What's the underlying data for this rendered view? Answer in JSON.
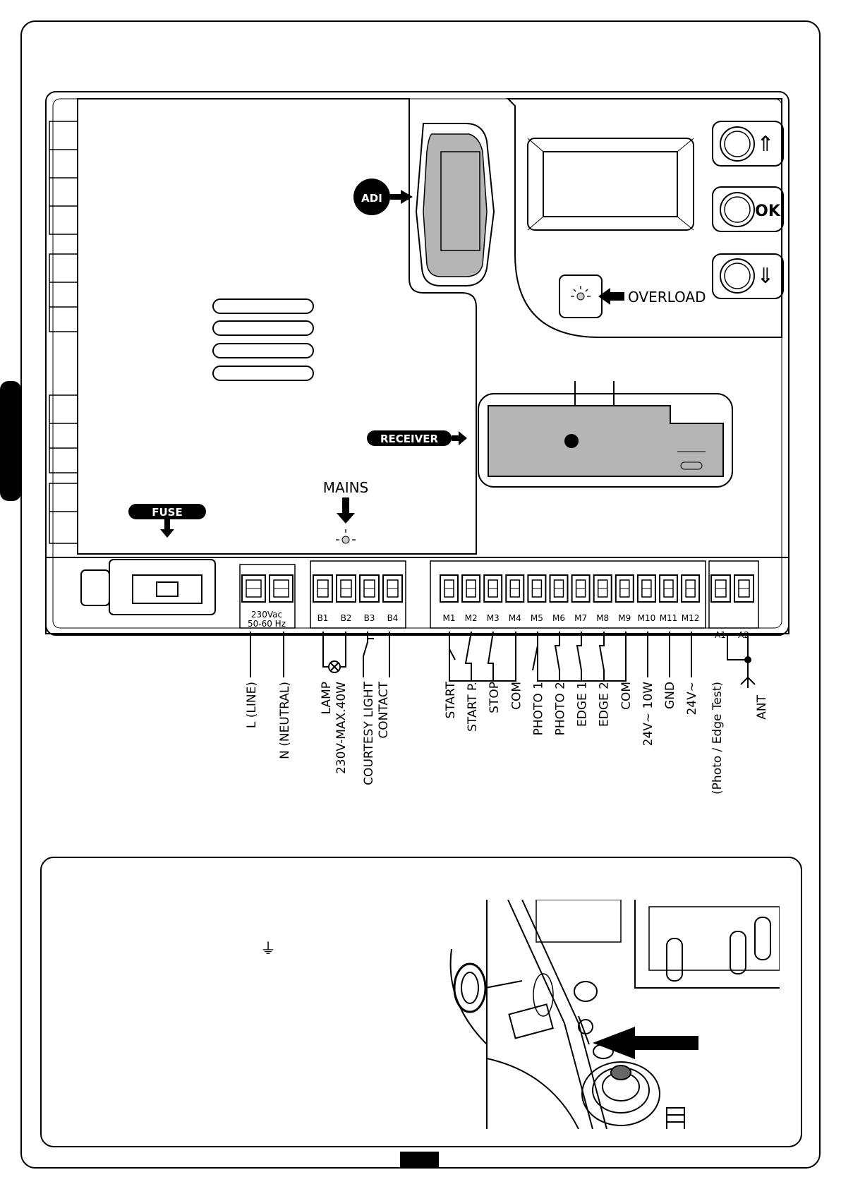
{
  "callouts": {
    "adi": "ADI",
    "overload": "OVERLOAD",
    "receiver": "RECEIVER",
    "mains": "MAINS",
    "fuse": "FUSE"
  },
  "buttons": [
    {
      "label": "⇑",
      "icon": "up-arrow-icon"
    },
    {
      "label": "OK",
      "icon": "ok-icon"
    },
    {
      "label": "⇓",
      "icon": "down-arrow-icon"
    }
  ],
  "terminal_blocks": {
    "mains": {
      "line1": "230Vac",
      "line2": "50-60 Hz"
    },
    "b": [
      "B1",
      "B2",
      "B3",
      "B4"
    ],
    "m": [
      "M1",
      "M2",
      "M3",
      "M4",
      "M5",
      "M6",
      "M7",
      "M8",
      "M9",
      "M10",
      "M11",
      "M12"
    ],
    "a": [
      "A1",
      "A2"
    ]
  },
  "wire_labels": {
    "line": "L (LINE)",
    "neutral": "N (NEUTRAL)",
    "lamp1": "LAMP",
    "lamp2": "230V-MAX.40W",
    "courtesy1": "COURTESY LIGHT",
    "courtesy2": "CONTACT",
    "m": [
      "START",
      "START P.",
      "STOP",
      "COM",
      "PHOTO 1",
      "PHOTO 2",
      "EDGE 1",
      "EDGE 2",
      "COM",
      "24V~ 10W",
      "GND",
      "24V~"
    ],
    "m12_note": "(Photo / Edge Test)",
    "ant": "ANT"
  },
  "earth_symbol": "⏚"
}
